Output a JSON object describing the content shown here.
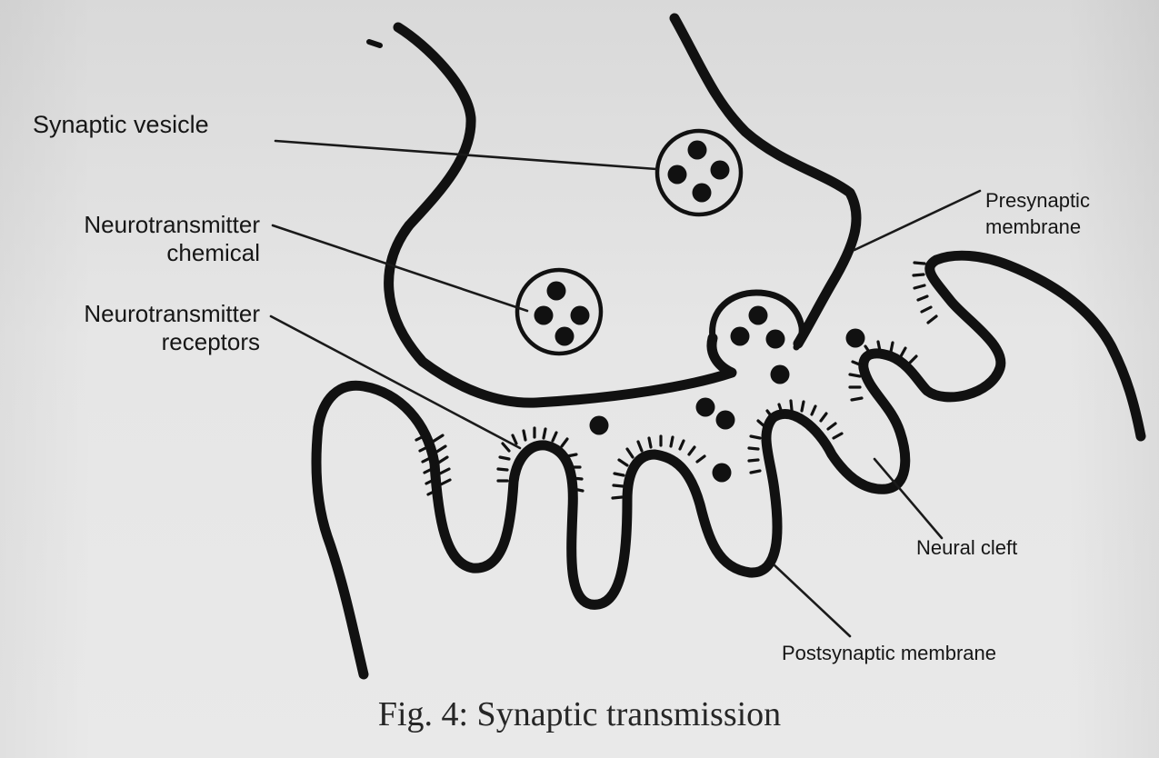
{
  "labels": {
    "synaptic_vesicle": "Synaptic vesicle",
    "neurotransmitter_chemical": "Neurotransmitter\nchemical",
    "neurotransmitter_receptors": "Neurotransmitter\nreceptors",
    "presynaptic_membrane": "Presynaptic\nmembrane",
    "neural_cleft": "Neural cleft",
    "postsynaptic_membrane": "Postsynaptic membrane"
  },
  "caption": "Fig. 4: Synaptic transmission",
  "colors": {
    "ink": "#111111",
    "paper": "#e4e4e4",
    "text": "#161616"
  }
}
